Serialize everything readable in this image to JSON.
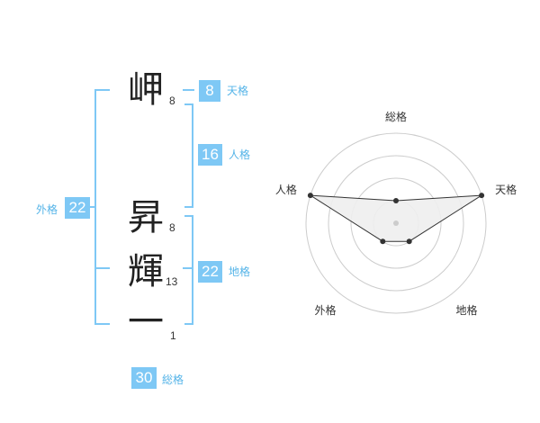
{
  "name": {
    "characters": [
      {
        "char": "岬",
        "strokes": "8"
      },
      {
        "char": "昇",
        "strokes": "8"
      },
      {
        "char": "輝",
        "strokes": "13"
      },
      {
        "char": "一",
        "strokes": "1"
      }
    ]
  },
  "kakusu": {
    "tenkaku": {
      "value": "8",
      "label": "天格"
    },
    "jinkaku": {
      "value": "16",
      "label": "人格"
    },
    "chikaku": {
      "value": "22",
      "label": "地格"
    },
    "gaikaku": {
      "value": "22",
      "label": "外格"
    },
    "soukaku": {
      "value": "30",
      "label": "総格"
    }
  },
  "colors": {
    "badge": "#7ec8f5",
    "bracket": "#7ec8f5",
    "label": "#55b4e8",
    "radar_fill": "#eeeeee",
    "radar_line": "#333333"
  },
  "chart_data": {
    "type": "radar",
    "axes": [
      "総格",
      "天格",
      "地格",
      "外格",
      "人格"
    ],
    "values": [
      1,
      4,
      1,
      1,
      4
    ],
    "range": [
      0,
      4
    ],
    "rings": 4
  }
}
